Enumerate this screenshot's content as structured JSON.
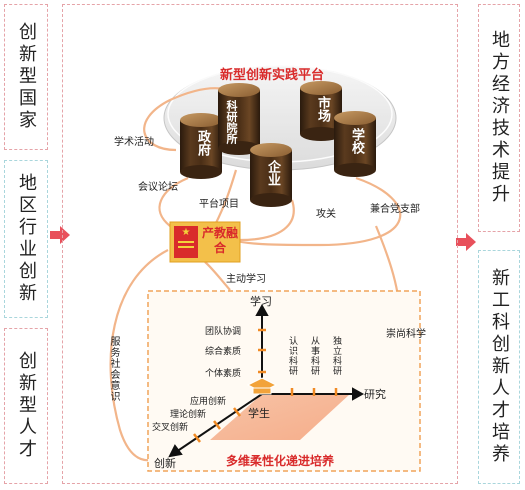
{
  "left_panel": {
    "items": [
      {
        "label": "创新型国家"
      },
      {
        "label": "地区行业创新"
      },
      {
        "label": "创新型人才"
      }
    ]
  },
  "right_panel": {
    "items": [
      {
        "label": "地方经济技术提升"
      },
      {
        "label": "新工科创新人才培养"
      }
    ]
  },
  "platform": {
    "title": "新型创新实践平台",
    "cylinders": [
      {
        "label": "政府"
      },
      {
        "label": "科研院所"
      },
      {
        "label": "企业"
      },
      {
        "label": "市场"
      },
      {
        "label": "学校"
      }
    ]
  },
  "connections": {
    "academic": "学术活动",
    "conference": "会议论坛",
    "platform_project": "平台项目",
    "tackle": "攻关",
    "party": "兼合党支部",
    "active_learning": "主动学习",
    "service": "服务社会意识",
    "science": "崇尚科学"
  },
  "center_badge": {
    "label": "产教融合",
    "flag_glyph": "★"
  },
  "cultivation": {
    "title": "多维柔性化递进培养",
    "axes": {
      "study": "学习",
      "research": "研究",
      "innovation": "创新",
      "student": "学生"
    },
    "study_ticks": [
      "团队协调",
      "综合素质",
      "个体素质"
    ],
    "research_ticks": [
      "认识科研",
      "从事科研",
      "独立科研"
    ],
    "innovation_ticks": [
      "应用创新",
      "理论创新",
      "交叉创新"
    ]
  },
  "colors": {
    "accent": "#d92b2b",
    "orange": "#f08a24",
    "cyan": "#a9d6dc",
    "pink": "#e5a3a8"
  }
}
